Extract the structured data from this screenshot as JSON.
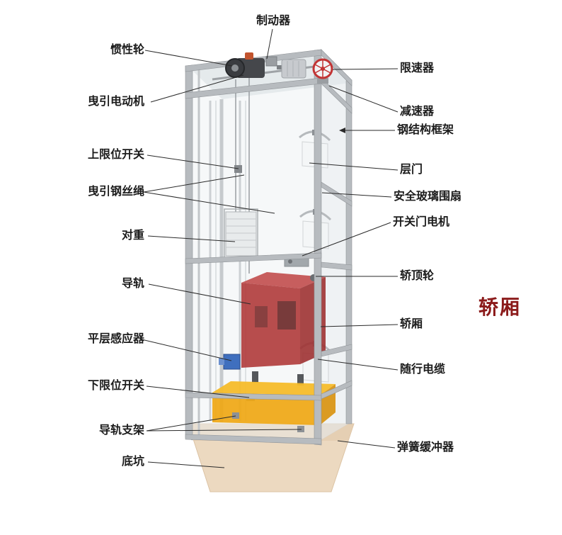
{
  "diagram": {
    "title": "elevator-structure-diagram",
    "labels": {
      "brake": "制动器",
      "flywheel": "惯性轮",
      "traction_motor": "曳引电动机",
      "upper_limit_switch": "上限位开关",
      "traction_rope": "曳引钢丝绳",
      "counterweight": "对重",
      "guide_rail": "导轨",
      "leveling_sensor": "平层感应器",
      "lower_limit_switch": "下限位开关",
      "rail_bracket": "导轨支架",
      "pit": "底坑",
      "speed_governor": "限速器",
      "reducer": "减速器",
      "steel_frame": "钢结构框架",
      "landing_door": "层门",
      "safety_glass_enclosure": "安全玻璃围扇",
      "door_motor": "开关门电机",
      "car_top_wheel": "轿顶轮",
      "car": "轿厢",
      "traveling_cable": "随行电缆",
      "spring_buffer": "弹簧缓冲器"
    },
    "emphasis": {
      "text": "轿厢",
      "color": "#8b1a1a"
    },
    "colors": {
      "car_highlight": "#b03a3a",
      "pit_base": "#ecd9c0",
      "buffer_platform": "#efa714",
      "leveling_sensor": "#3f6fbe",
      "frame_metal": "#b7bbbf",
      "governor_wheel": "#c23434",
      "label_text": "#1c1c1c"
    }
  }
}
